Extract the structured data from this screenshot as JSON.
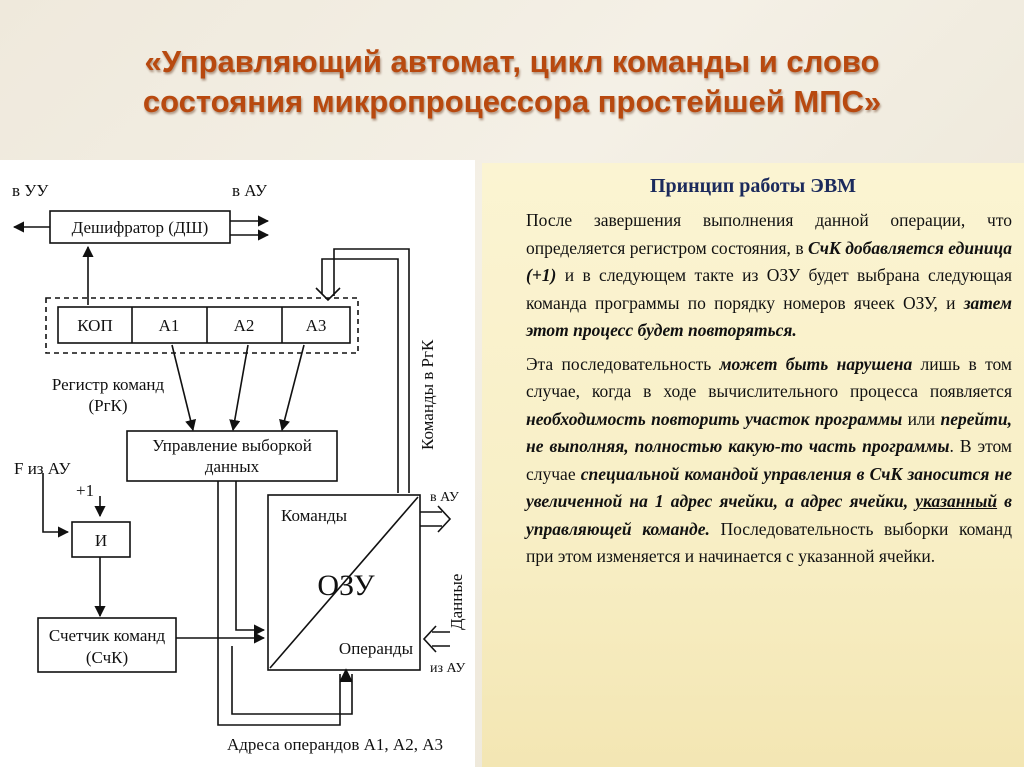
{
  "slide": {
    "title_line1": "«Управляющий автомат, цикл команды и слово",
    "title_line2": "состояния микропроцессора простейшей МПС»"
  },
  "diagram": {
    "to_uu": "в УУ",
    "to_au_top": "в АУ",
    "decoder": "Дешифратор (ДШ)",
    "reg_fields": [
      "КОП",
      "А1",
      "А2",
      "А3"
    ],
    "reg_label_1": "Регистр команд",
    "reg_label_2": "(РгК)",
    "fetch_1": "Управление выборкой",
    "fetch_2": "данных",
    "f_from_au": "F из АУ",
    "plus_one": "+1",
    "and_gate": "И",
    "counter_1": "Счетчик команд",
    "counter_2": "(СчК)",
    "commands": "Команды",
    "ram": "ОЗУ",
    "operands": "Операнды",
    "to_au_right": "в АУ",
    "from_au_right": "из АУ",
    "commands_to_rgk": "Команды в РгК",
    "data_vertical": "Данные",
    "operand_addresses": "Адреса операндов А1, А2, А3"
  },
  "panel": {
    "title": "Принцип работы ЭВМ",
    "p1": [
      {
        "t": "После завершения выполнения данной операции, что определяется регистром состояния, в ",
        "s": ""
      },
      {
        "t": "СчК добавляется единица (+1)",
        "s": "bi"
      },
      {
        "t": " и в следующем такте из ОЗУ будет выбрана следующая команда программы по порядку номеров ячеек ОЗУ, и ",
        "s": ""
      },
      {
        "t": "затем этот процесс будет повторяться.",
        "s": "bi"
      }
    ],
    "p2": [
      {
        "t": "Эта последовательность ",
        "s": ""
      },
      {
        "t": "может быть нарушена",
        "s": "bi"
      },
      {
        "t": " лишь в том случае, когда в ходе вычислительного процесса появляется ",
        "s": ""
      },
      {
        "t": "необходимость повторить участок программы",
        "s": "bi"
      },
      {
        "t": " или ",
        "s": ""
      },
      {
        "t": "перейти, не выполняя, полностью какую-то часть программы",
        "s": "bi"
      },
      {
        "t": ". В этом случае ",
        "s": ""
      },
      {
        "t": "специальной командой управления в СчК заносится не увеличенной на 1 адрес ячейки, а адрес ячейки, ",
        "s": "bi"
      },
      {
        "t": "указанный",
        "s": "bi ul"
      },
      {
        "t": " в управляющей команде.",
        "s": "bi"
      },
      {
        "t": " Последовательность выборки команд при этом изменяется и начинается с указанной ячейки.",
        "s": ""
      }
    ]
  }
}
